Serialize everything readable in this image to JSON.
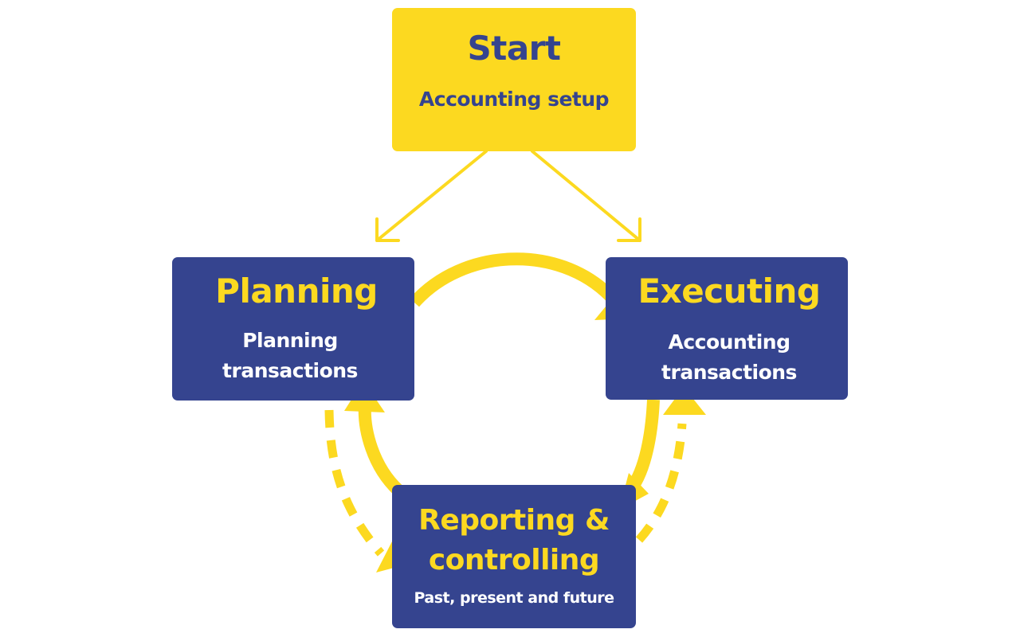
{
  "colors": {
    "yellow": "#fcd920",
    "navy": "#35448f",
    "white": "#ffffff"
  },
  "nodes": {
    "start": {
      "title": "Start",
      "subtitle": "Accounting setup"
    },
    "planning": {
      "title": "Planning",
      "subtitle": "Planning\ntransactions"
    },
    "executing": {
      "title": "Executing",
      "subtitle": "Accounting\ntransactions"
    },
    "reporting": {
      "title": "Reporting &\ncontrolling",
      "subtitle": "Past, present and future"
    }
  },
  "connections": [
    {
      "from": "start",
      "to": "planning",
      "style": "thin"
    },
    {
      "from": "start",
      "to": "executing",
      "style": "thin"
    },
    {
      "from": "planning",
      "to": "executing",
      "style": "thick"
    },
    {
      "from": "executing",
      "to": "reporting",
      "style": "thick"
    },
    {
      "from": "reporting",
      "to": "planning",
      "style": "thick"
    },
    {
      "from": "planning",
      "to": "reporting",
      "style": "dashed"
    },
    {
      "from": "reporting",
      "to": "executing",
      "style": "dashed"
    }
  ]
}
